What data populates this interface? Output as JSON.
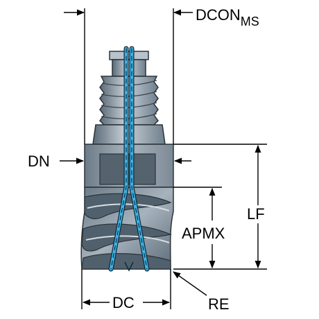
{
  "labels": {
    "dcon": "DCON",
    "dcon_sub": "MS",
    "dn": "DN",
    "lf": "LF",
    "apmx": "APMX",
    "dc": "DC",
    "re": "RE"
  },
  "colors": {
    "body_dark": "#5f6f7d",
    "body_mid": "#8c9aa6",
    "body_light": "#c3ccd3",
    "coolant": "#3fb4e6",
    "line": "#000000",
    "background": "#ffffff"
  }
}
